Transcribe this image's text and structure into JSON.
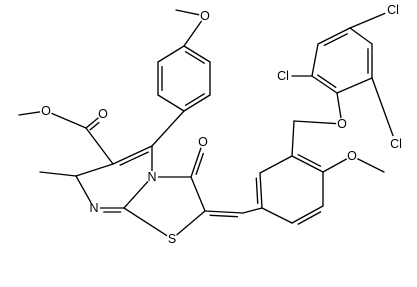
{
  "molecule": {
    "atoms": {
      "o_methoxy_top": "O",
      "o_ester_carbonyl": "O",
      "o_ester_alkoxy": "O",
      "n_ring": "N",
      "n_imine": "N",
      "o_ketone": "O",
      "s_thiazole": "S",
      "o_ether": "O",
      "o_methoxy_right": "O",
      "cl_top_right": "Cl",
      "cl_left": "Cl",
      "cl_right": "Cl"
    },
    "colors": {
      "bond": "#000000",
      "text": "#000000",
      "background": "#ffffff"
    }
  }
}
